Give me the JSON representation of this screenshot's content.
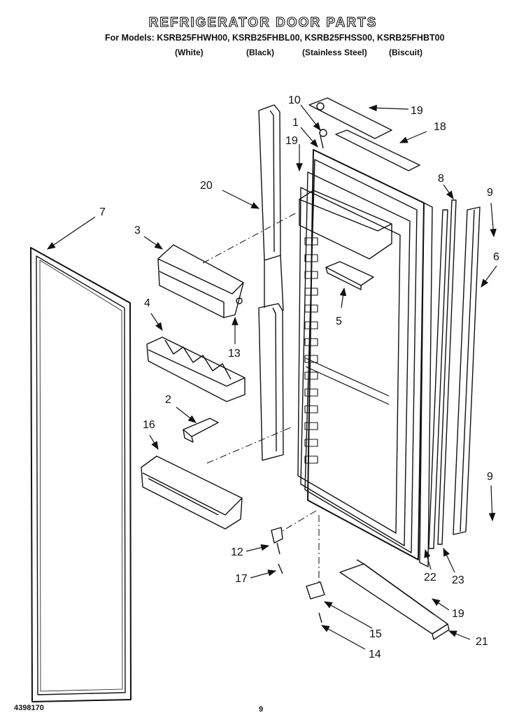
{
  "header": {
    "title": "REFRIGERATOR DOOR PARTS",
    "models_line": "For Models: KSRB25FHWH00, KSRB25FHBL00, KSRB25FHSS00, KSRB25FHBT00",
    "finishes": [
      "(White)",
      "(Black)",
      "(Stainless Steel)",
      "(Biscuit)"
    ]
  },
  "callouts": {
    "c1": "1",
    "c2": "2",
    "c3": "3",
    "c4": "4",
    "c5": "5",
    "c6": "6",
    "c7": "7",
    "c8": "8",
    "c9a": "9",
    "c9b": "9",
    "c10": "10",
    "c12": "12",
    "c13": "13",
    "c14": "14",
    "c15": "15",
    "c16": "16",
    "c17": "17",
    "c18": "18",
    "c19a": "19",
    "c19b": "19",
    "c19c": "19",
    "c20": "20",
    "c21": "21",
    "c22": "22",
    "c23": "23"
  },
  "footer": {
    "doc_number": "4398170",
    "page_number": "9"
  }
}
